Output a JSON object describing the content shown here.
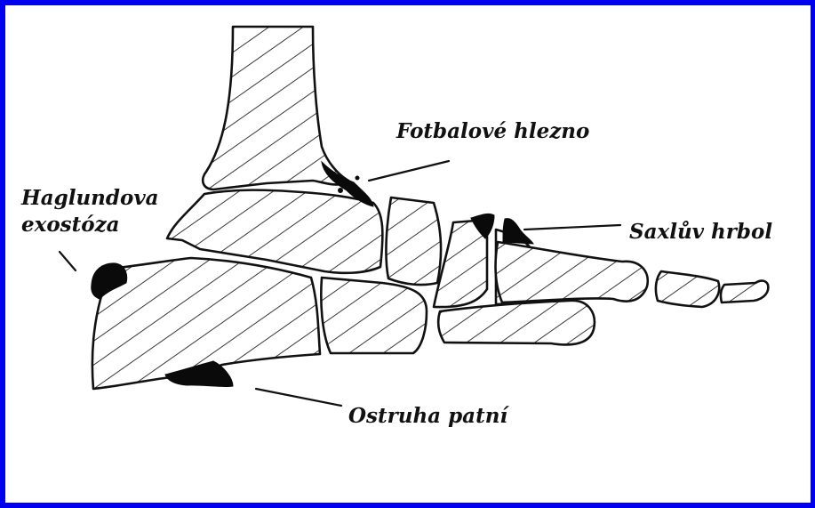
{
  "colors": {
    "frame": "#0000ee",
    "ink": "#111111",
    "background": "#ffffff"
  },
  "labels": {
    "football_ankle": "Fotbalové hlezno",
    "haglund_line1": "Haglundova",
    "haglund_line2": "exostóza",
    "saxl_tubercle": "Saxlův hrbol",
    "heel_spur": "Ostruha patní"
  }
}
